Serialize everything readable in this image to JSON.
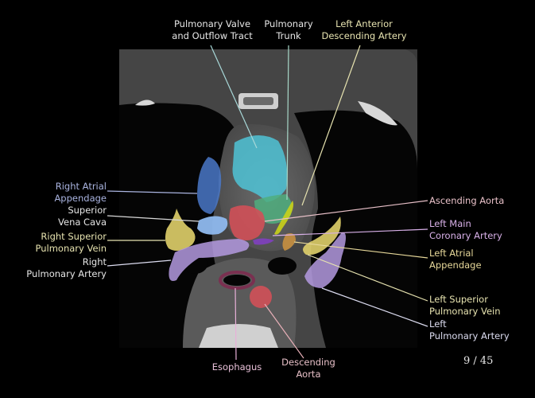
{
  "slide": {
    "page_indicator": "9 / 45",
    "image_description": "Axial CT of chest at level of pulmonary trunk with color-coded anatomic structures"
  },
  "labels": {
    "pulmonary_valve": {
      "lines": [
        "Pulmonary Valve",
        "and Outflow Tract"
      ],
      "color": "#e6e6e6",
      "region_color": "#4fc3d6"
    },
    "pulmonary_trunk": {
      "lines": [
        "Pulmonary",
        "Trunk"
      ],
      "color": "#e6e6e6",
      "region_color": "#4fae7e"
    },
    "lad": {
      "lines": [
        "Left Anterior",
        "Descending Artery"
      ],
      "color": "#e7e3b0",
      "region_color": "#c9d21a"
    },
    "right_atrial_appendage": {
      "lines": [
        "Right Atrial",
        "Appendage"
      ],
      "color": "#aab4e0",
      "region_color": "#4a78c8"
    },
    "svc": {
      "lines": [
        "Superior",
        "Vena Cava"
      ],
      "color": "#e6e6e6",
      "region_color": "#8fb9ee"
    },
    "right_superior_pv": {
      "lines": [
        "Right Superior",
        "Pulmonary Vein"
      ],
      "color": "#e7e3b0",
      "region_color": "#e0d06a"
    },
    "right_pa": {
      "lines": [
        "Right",
        "Pulmonary Artery"
      ],
      "color": "#e6e6e6",
      "region_color": "#b49ae0"
    },
    "ascending_aorta": {
      "lines": [
        "Ascending Aorta"
      ],
      "color": "#e8c0c8",
      "region_color": "#d05058"
    },
    "left_main_coronary": {
      "lines": [
        "Left Main",
        "Coronary Artery"
      ],
      "color": "#d8b0e8",
      "region_color": "#8040c0"
    },
    "left_atrial_appendage": {
      "lines": [
        "Left Atrial",
        "Appendage"
      ],
      "color": "#e7d89a",
      "region_color": "#c89040"
    },
    "left_superior_pv": {
      "lines": [
        "Left Superior",
        "Pulmonary Vein"
      ],
      "color": "#e7e3b0",
      "region_color": "#e0d06a"
    },
    "left_pa": {
      "lines": [
        "Left",
        "Pulmonary Artery"
      ],
      "color": "#dcdcf0",
      "region_color": "#b49ae0"
    },
    "esophagus": {
      "lines": [
        "Esophagus"
      ],
      "color": "#e8c0d8",
      "region_color": "#7a3050"
    },
    "descending_aorta": {
      "lines": [
        "Descending",
        "Aorta"
      ],
      "color": "#e8c0c8",
      "region_color": "#d05058"
    }
  }
}
